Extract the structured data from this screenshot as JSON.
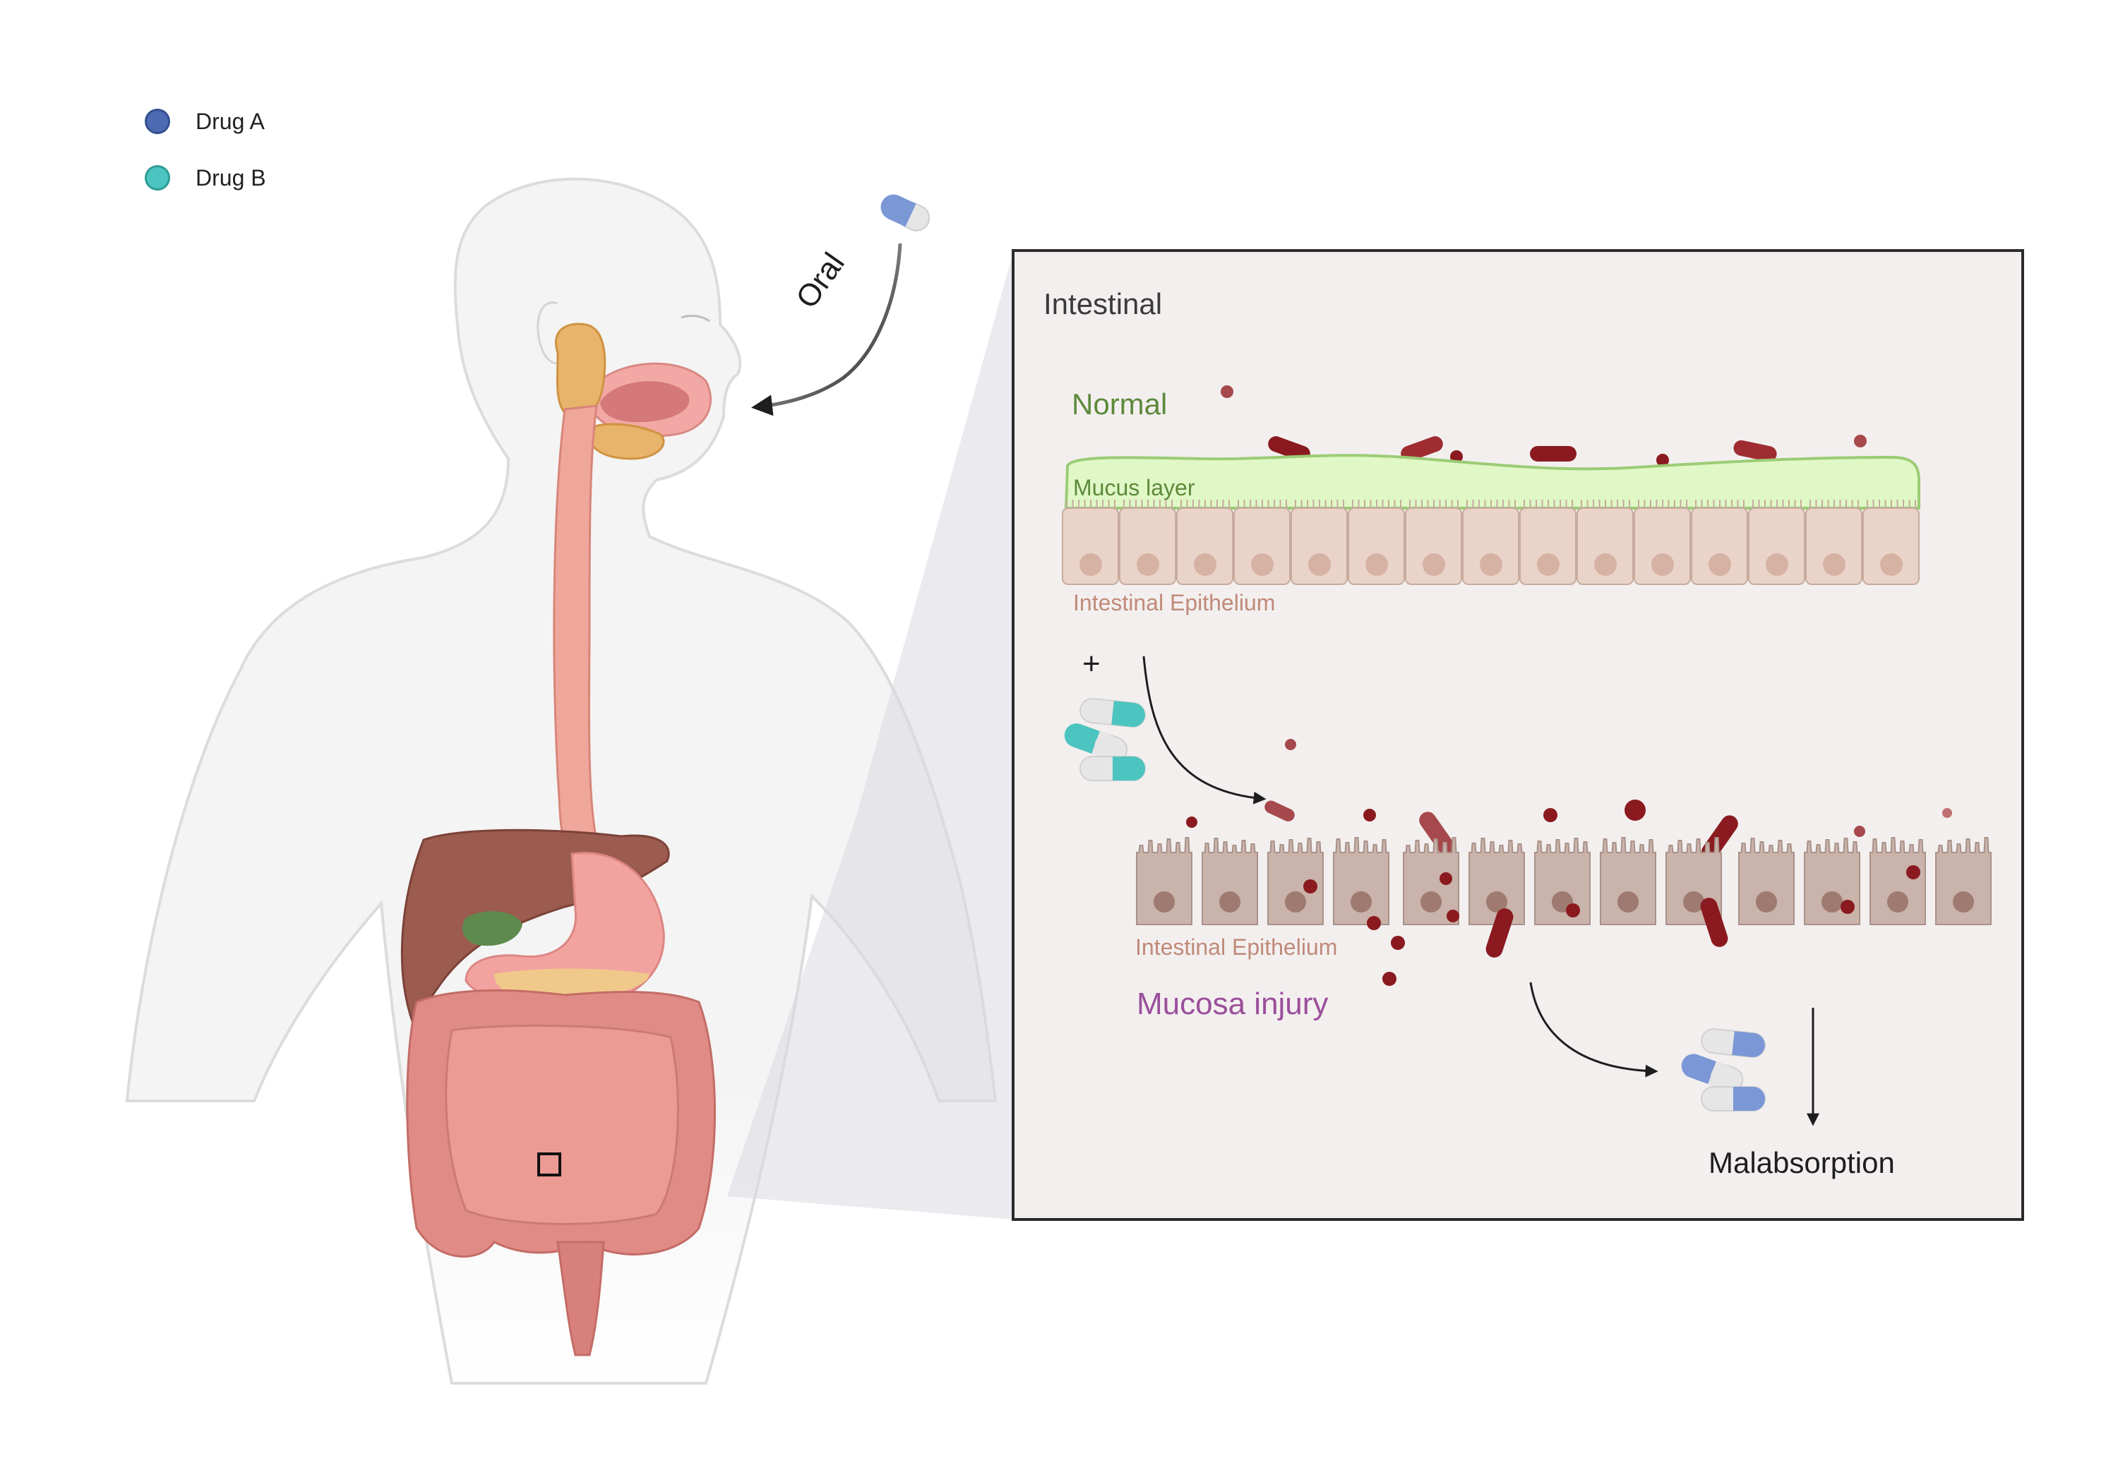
{
  "legend": {
    "items": [
      {
        "label": "Drug A",
        "color": "#4e6ab2"
      },
      {
        "label": "Drug B",
        "color": "#4cc4c0"
      }
    ]
  },
  "route_label": "Oral",
  "panel": {
    "title": "Intestinal",
    "normal_label": "Normal",
    "mucus_label": "Mucus layer",
    "epithelium_label_top": "Intestinal Epithelium",
    "plus_sign": "+",
    "epithelium_label_bottom": "Intestinal Epithelium",
    "injury_label": "Mucosa injury",
    "outcome_label": "Malabsorption"
  },
  "colors": {
    "panel_bg": "#f3efef",
    "panel_border": "#2b2b2b",
    "mucus_fill": "#e0f7c6",
    "mucus_stroke": "#9ccc76",
    "epithelium_healthy": "#ead3c8",
    "epithelium_injured": "#c9b3aa",
    "bacteria": "#8a1a1f",
    "normal_text": "#5d8a3a",
    "epithelium_text": "#c08a78",
    "injury_text": "#9a4f9a",
    "esophagus": "#f0a79b",
    "liver": "#9c5b4f",
    "intestine": "#e08b85",
    "gland": "#e8b36a"
  }
}
